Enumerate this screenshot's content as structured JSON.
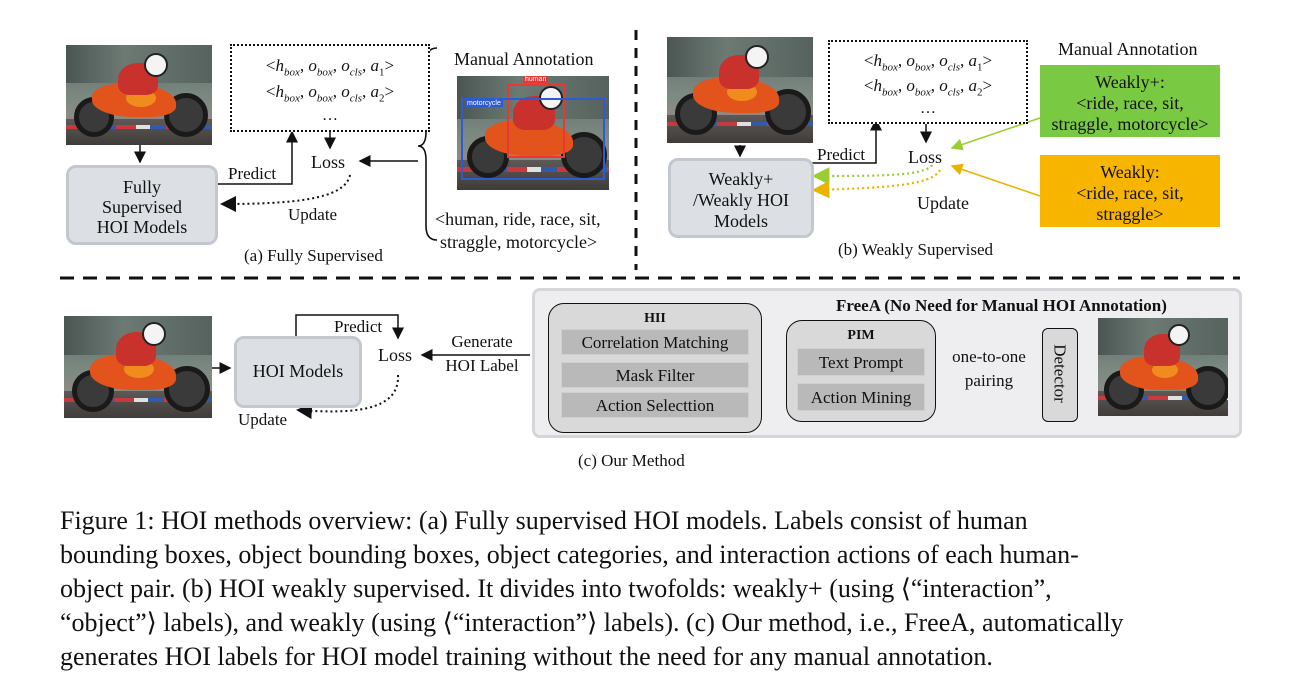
{
  "panel_a": {
    "caption": "(a) Fully Supervised",
    "label_lines": [
      "<h_box, o_box, o_cls, a_1>",
      "<h_box, o_box, o_cls, a_2>",
      "…"
    ],
    "manual_title": "Manual Annotation",
    "model": [
      "Fully",
      "Supervised",
      "HOI Models"
    ],
    "predict": "Predict",
    "loss": "Loss",
    "update": "Update",
    "annotation": [
      "<human, ride, race, sit,",
      "straggle, motorcycle>"
    ],
    "box_labels": [
      "human",
      "motorcycle"
    ]
  },
  "panel_b": {
    "caption": "(b) Weakly Supervised",
    "label_lines": [
      "<h_box, o_box, o_cls, a_1>",
      "<h_box, o_box, o_cls, a_2>",
      "…"
    ],
    "manual_title": "Manual Annotation",
    "model": [
      "Weakly+",
      "/Weakly HOI",
      "Models"
    ],
    "predict": "Predict",
    "loss": "Loss",
    "update": "Update",
    "weakly_plus": [
      "Weakly+:",
      "<ride, race, sit,",
      "straggle, motorcycle>"
    ],
    "weakly": [
      "Weakly:",
      "<ride, race, sit,",
      "straggle>"
    ]
  },
  "panel_c": {
    "caption": "(c) Our Method",
    "model": "HOI Models",
    "predict": "Predict",
    "loss": "Loss",
    "update": "Update",
    "generate": [
      "Generate",
      "HOI Label"
    ],
    "freea_title": "FreeA (No Need for Manual HOI Annotation)",
    "hii_title": "HII",
    "hii_items": [
      "Correlation Matching",
      "Mask Filter",
      "Action Selecttion"
    ],
    "pim_title": "PIM",
    "pim_items": [
      "Text Prompt",
      "Action Mining"
    ],
    "pairing": [
      "one-to-one",
      "pairing"
    ],
    "detector": "Detector"
  },
  "colors": {
    "weakly_plus_bg": "#7ac943",
    "weakly_bg": "#f7b500",
    "green_arrow": "#9acd32",
    "yellow_arrow": "#e8b400"
  },
  "figure_caption": [
    "Figure 1: HOI methods overview: (a) Fully supervised HOI models.  Labels consist of human",
    "bounding boxes, object bounding boxes, object categories, and interaction actions of each human-",
    "object pair.  (b) HOI weakly supervised.  It divides into twofolds:  weakly+ (using ⟨“interaction”,",
    "“object”⟩ labels), and weakly (using ⟨“interaction”⟩ labels). (c) Our method, i.e., FreeA, automatically",
    "generates HOI labels for HOI model training without the need for any manual annotation."
  ]
}
